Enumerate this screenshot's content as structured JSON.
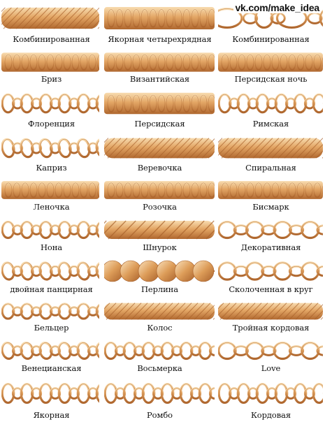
{
  "watermark": "vk.com/make_idea",
  "colors": {
    "gold_light": "#f4cf9a",
    "gold_mid": "#df9f5c",
    "gold_dark": "#a8612b"
  },
  "chains": [
    {
      "label": "Комбинированная",
      "icon": "twisted-rope-chain-icon"
    },
    {
      "label": "Якорная четырехрядная",
      "icon": "anchor-four-row-chain-icon"
    },
    {
      "label": "Комбинированная",
      "icon": "figaro-chain-icon"
    },
    {
      "label": "Бриз",
      "icon": "briz-chain-icon"
    },
    {
      "label": "Византийская",
      "icon": "byzantine-chain-icon"
    },
    {
      "label": "Персидская ночь",
      "icon": "persian-night-chain-icon"
    },
    {
      "label": "Флоренция",
      "icon": "florence-chain-icon"
    },
    {
      "label": "Персидская",
      "icon": "persian-chain-icon"
    },
    {
      "label": "Римская",
      "icon": "roman-chain-icon"
    },
    {
      "label": "Каприз",
      "icon": "capriz-chain-icon"
    },
    {
      "label": "Веревочка",
      "icon": "rope-chain-icon"
    },
    {
      "label": "Спиральная",
      "icon": "spiral-chain-icon"
    },
    {
      "label": "Леночка",
      "icon": "lenochka-chain-icon"
    },
    {
      "label": "Розочка",
      "icon": "rose-chain-icon"
    },
    {
      "label": "Бисмарк",
      "icon": "bismarck-chain-icon"
    },
    {
      "label": "Нона",
      "icon": "nona-chain-icon"
    },
    {
      "label": "Шнурок",
      "icon": "cord-chain-icon"
    },
    {
      "label": "Декоративная",
      "icon": "decorative-chain-icon"
    },
    {
      "label": "двойная панцирная",
      "icon": "double-curb-chain-icon"
    },
    {
      "label": "Перлина",
      "icon": "bead-chain-icon"
    },
    {
      "label": "Сколоченная в круг",
      "icon": "ring-bound-chain-icon"
    },
    {
      "label": "Бельцер",
      "icon": "beltser-chain-icon"
    },
    {
      "label": "Колос",
      "icon": "wheat-chain-icon"
    },
    {
      "label": "Тройная кордовая",
      "icon": "triple-cord-chain-icon"
    },
    {
      "label": "Венецианская",
      "icon": "venetian-chain-icon"
    },
    {
      "label": "Восьмерка",
      "icon": "figure-eight-chain-icon"
    },
    {
      "label": "Love",
      "icon": "love-chain-icon"
    },
    {
      "label": "Якорная",
      "icon": "anchor-chain-icon"
    },
    {
      "label": "Ромбо",
      "icon": "rombo-chain-icon"
    },
    {
      "label": "Кордовая",
      "icon": "cord-link-chain-icon"
    }
  ]
}
